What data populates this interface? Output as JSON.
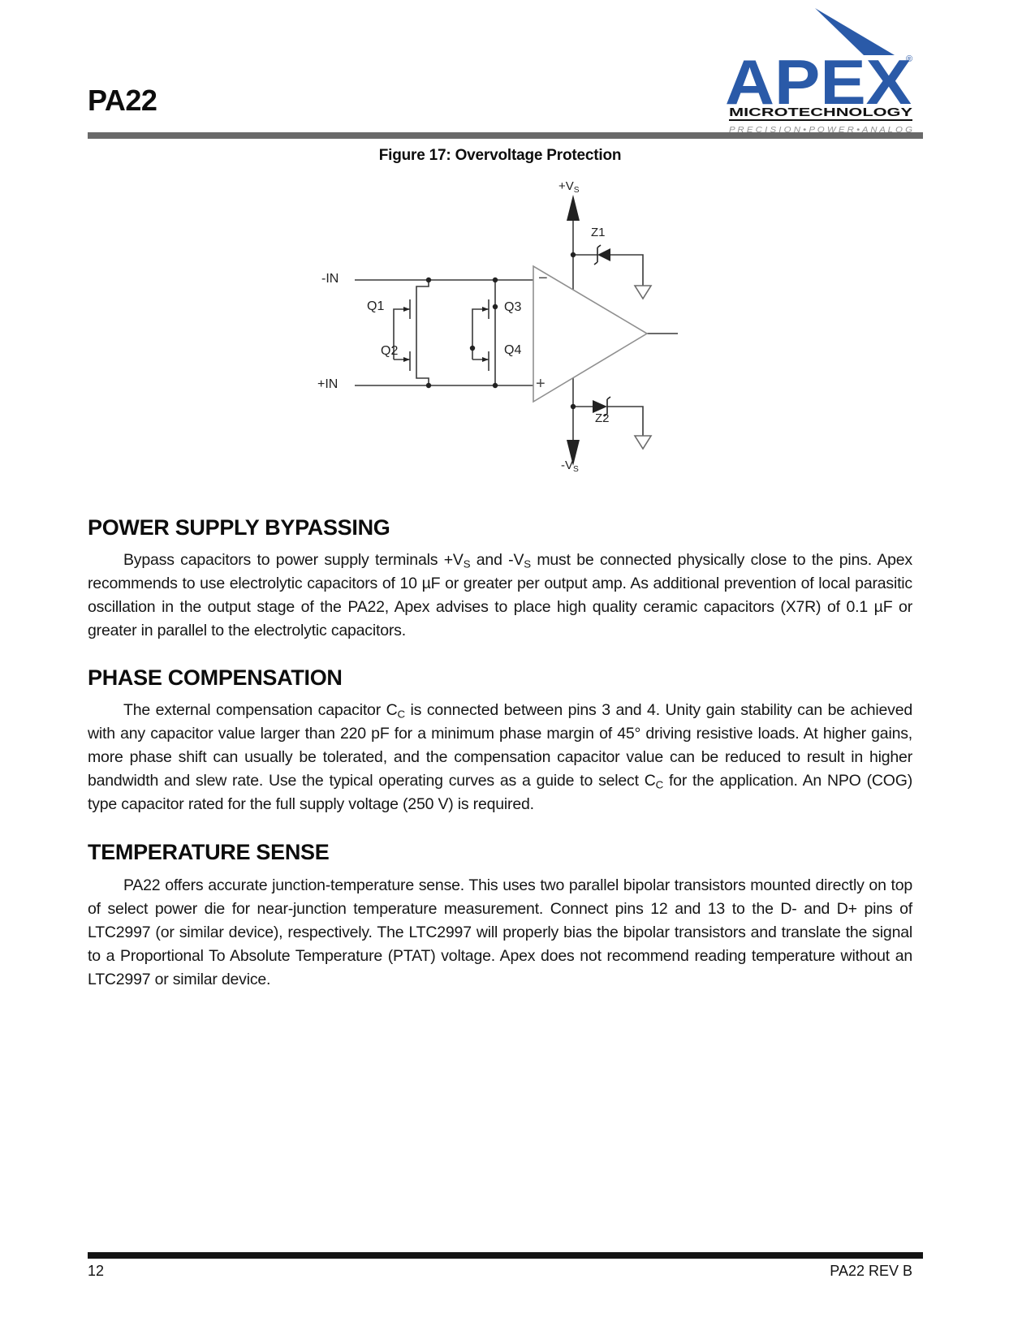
{
  "header": {
    "part_number": "PA22",
    "logo": {
      "brand": "APEX",
      "registered_mark": "®",
      "subtitle": "MICROTECHNOLOGY",
      "tagline": "P R E C I S I O N • P O W E R • A N A L O G",
      "brand_color": "#2a5aa8"
    }
  },
  "figure": {
    "title": "Figure 17: Overvoltage Protection",
    "labels": {
      "supply_pos": [
        {
          "t": "+V"
        },
        {
          "sub": "S"
        }
      ],
      "supply_neg": [
        {
          "t": "-V"
        },
        {
          "sub": "S"
        }
      ],
      "zener1": "Z1",
      "zener2": "Z2",
      "input_neg": "-IN",
      "input_pos": "+IN",
      "q1": "Q1",
      "q2": "Q2",
      "q3": "Q3",
      "q4": "Q4",
      "opamp_minus": "−",
      "opamp_plus": "+"
    }
  },
  "sections": [
    {
      "heading": "POWER SUPPLY BYPASSING",
      "body": [
        {
          "t": "Bypass capacitors to power supply terminals +V"
        },
        {
          "sub": "S"
        },
        {
          "t": " and -V"
        },
        {
          "sub": "S"
        },
        {
          "t": " must be connected physically close to the pins. Apex recommends to use electrolytic capacitors of 10 µF or greater per output amp. As additional prevention of local parasitic oscillation in the output stage of the PA22, Apex advises to place high quality ceramic capacitors (X7R) of 0.1 µF or greater in parallel to the electrolytic capacitors."
        }
      ]
    },
    {
      "heading": "PHASE COMPENSATION",
      "body": [
        {
          "t": "The external compensation capacitor C"
        },
        {
          "sub": "C"
        },
        {
          "t": " is connected between pins 3 and 4. Unity gain stability can be achieved with any capacitor value larger than 220 pF for a minimum phase margin of 45° driving resistive loads. At higher gains, more phase shift can usually be tolerated, and the compensation capacitor value can be reduced to result in higher bandwidth and slew rate. Use the typical operating curves as a guide to select C"
        },
        {
          "sub": "C"
        },
        {
          "t": " for the application. An NPO (COG) type capacitor rated for the full supply voltage (250 V) is required."
        }
      ]
    },
    {
      "heading": "TEMPERATURE SENSE",
      "body": [
        {
          "t": "PA22 offers accurate junction-temperature sense. This uses two parallel bipolar transistors mounted directly on top of select power die for near-junction temperature measurement. Connect pins 12 and 13 to the D- and D+ pins of LTC2997 (or similar device), respectively. The LTC2997 will properly bias the bipolar transistors and translate the signal to a Proportional To Absolute Temperature (PTAT) voltage. Apex does not recommend reading temperature without an LTC2997 or similar device."
        }
      ]
    }
  ],
  "footer": {
    "page_number": "12",
    "revision": "PA22 REV B"
  },
  "colors": {
    "brand_blue": "#2a5aa8",
    "header_rule_gray": "#696969",
    "footer_rule_black": "#141414",
    "tagline_gray": "#909090"
  }
}
